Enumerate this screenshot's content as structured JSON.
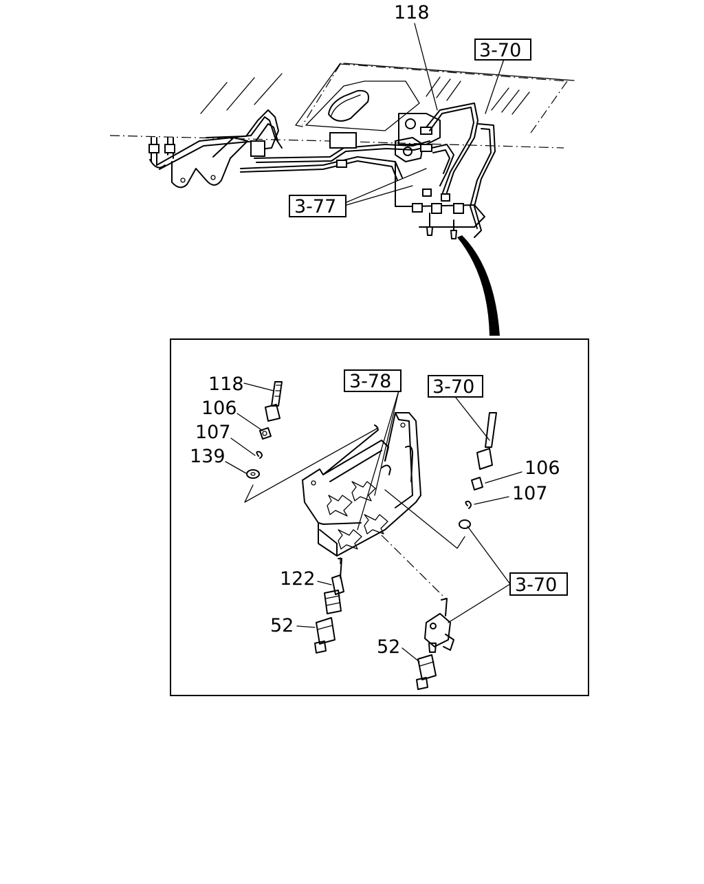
{
  "diagram": {
    "callouts": {
      "top_118": "118",
      "top_ref_3_70": "3-70",
      "top_ref_3_77": "3-77",
      "detail_118": "118",
      "detail_106_left": "106",
      "detail_107_left": "107",
      "detail_139": "139",
      "detail_ref_3_78": "3-78",
      "detail_ref_3_70_top": "3-70",
      "detail_106_right": "106",
      "detail_107_right": "107",
      "detail_ref_3_70_bottom": "3-70",
      "detail_122": "122",
      "detail_52_left": "52",
      "detail_52_right": "52"
    }
  }
}
